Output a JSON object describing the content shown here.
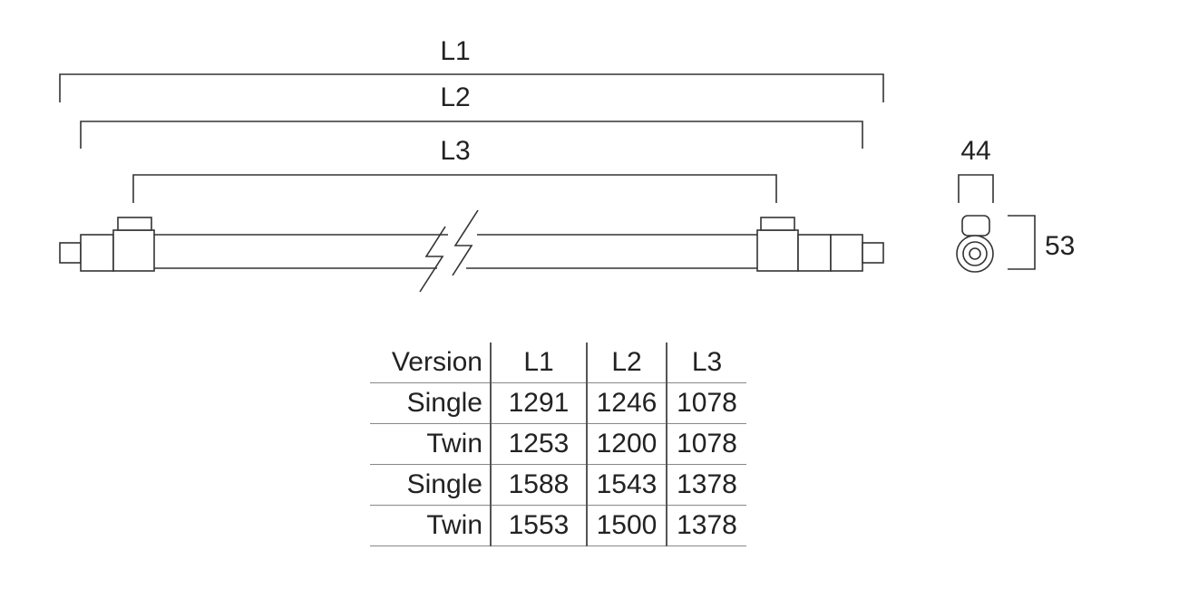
{
  "dimensions": {
    "l1_label": "L1",
    "l2_label": "L2",
    "l3_label": "L3",
    "width_label": "44",
    "height_label": "53"
  },
  "table": {
    "headers": [
      "Version",
      "L1",
      "L2",
      "L3"
    ],
    "rows": [
      [
        "Single",
        "1291",
        "1246",
        "1078"
      ],
      [
        "Twin",
        "1253",
        "1200",
        "1078"
      ],
      [
        "Single",
        "1588",
        "1543",
        "1378"
      ],
      [
        "Twin",
        "1553",
        "1500",
        "1378"
      ]
    ]
  }
}
